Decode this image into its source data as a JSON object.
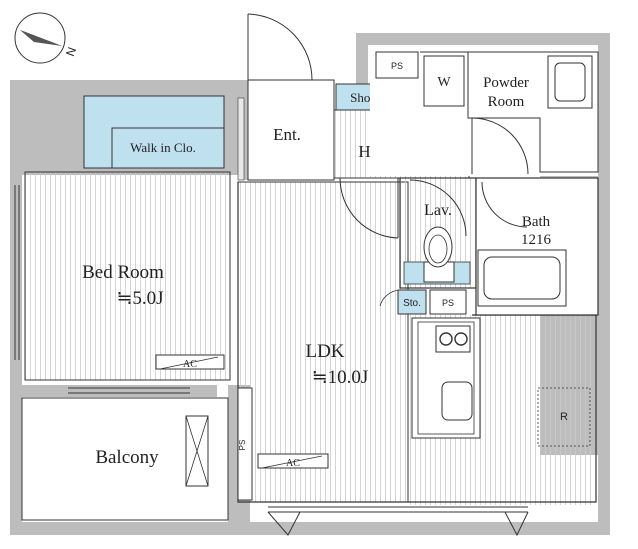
{
  "rooms": {
    "bed_room": {
      "name": "Bed Room",
      "size": "≒5.0J"
    },
    "ldk": {
      "name": "LDK",
      "size": "≒10.0J"
    },
    "balcony": {
      "name": "Balcony"
    },
    "walk_in_closet": {
      "name": "Walk in Clo."
    },
    "entrance": {
      "name": "Ent."
    },
    "hall": {
      "name": "Hall"
    },
    "shoes_box": {
      "name": "Shoes box"
    },
    "powder_room": {
      "line1": "Powder",
      "line2": "Room"
    },
    "lavatory": {
      "name": "Lav."
    },
    "bath": {
      "line1": "Bath",
      "line2": "1216"
    },
    "storage": {
      "name": "Sto."
    }
  },
  "labels": {
    "ps": "PS",
    "washer": "W",
    "ac": "AC",
    "refrigerator": "R",
    "compass_n": "N"
  },
  "colors": {
    "wall": "#bdbdbd",
    "closet_fill": "#bfe0ee",
    "line": "#333333"
  }
}
